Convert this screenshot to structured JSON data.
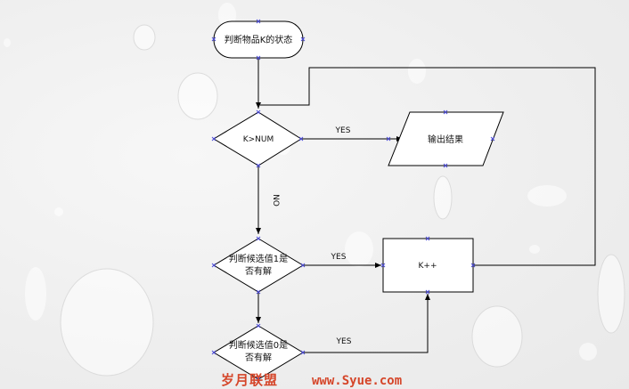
{
  "nodes": {
    "start": "判断物品K的状态",
    "decision1": "K>NUM",
    "output": "输出结果",
    "decision2_line1": "判断候选值1是",
    "decision2_line2": "否有解",
    "process": "K++",
    "decision3_line1": "判断候选值0是",
    "decision3_line2": "否有解"
  },
  "edges": {
    "d1_yes": "YES",
    "d1_no": "NO",
    "d2_yes": "YES",
    "d3_yes": "YES"
  },
  "watermark": {
    "cn": "岁月联盟",
    "url": "www.Syue.com"
  }
}
